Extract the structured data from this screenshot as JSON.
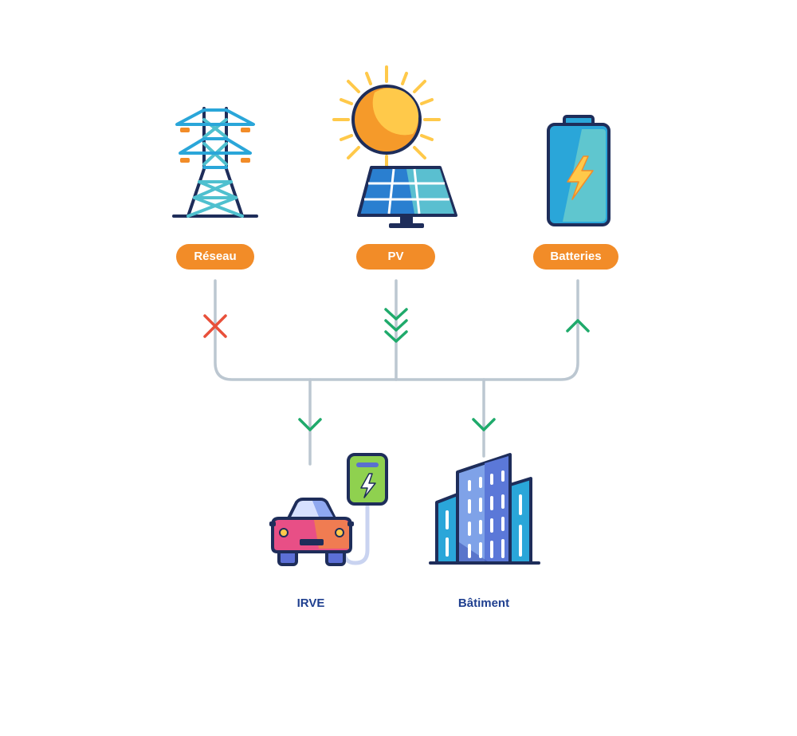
{
  "sources": [
    {
      "label": "Réseau",
      "icon": "power-pylon-icon",
      "flow": "none",
      "flow_icon": "cross-icon"
    },
    {
      "label": "PV",
      "icon": "solar-panel-sun-icon",
      "flow": "producing",
      "flow_icon": "triple-chevron-down-icon"
    },
    {
      "label": "Batteries",
      "icon": "battery-charging-icon",
      "flow": "charging",
      "flow_icon": "chevron-up-icon"
    }
  ],
  "consumers": [
    {
      "label": "IRVE",
      "icon": "ev-car-charger-icon",
      "flow": "consuming",
      "flow_icon": "chevron-down-icon"
    },
    {
      "label": "Bâtiment",
      "icon": "office-building-icon",
      "flow": "consuming",
      "flow_icon": "chevron-down-icon"
    }
  ],
  "colors": {
    "pill": "#f28c28",
    "caption": "#1f3f8f",
    "connector": "#bcc7d1",
    "flow_positive": "#1faa6b",
    "flow_blocked": "#e8503a"
  }
}
